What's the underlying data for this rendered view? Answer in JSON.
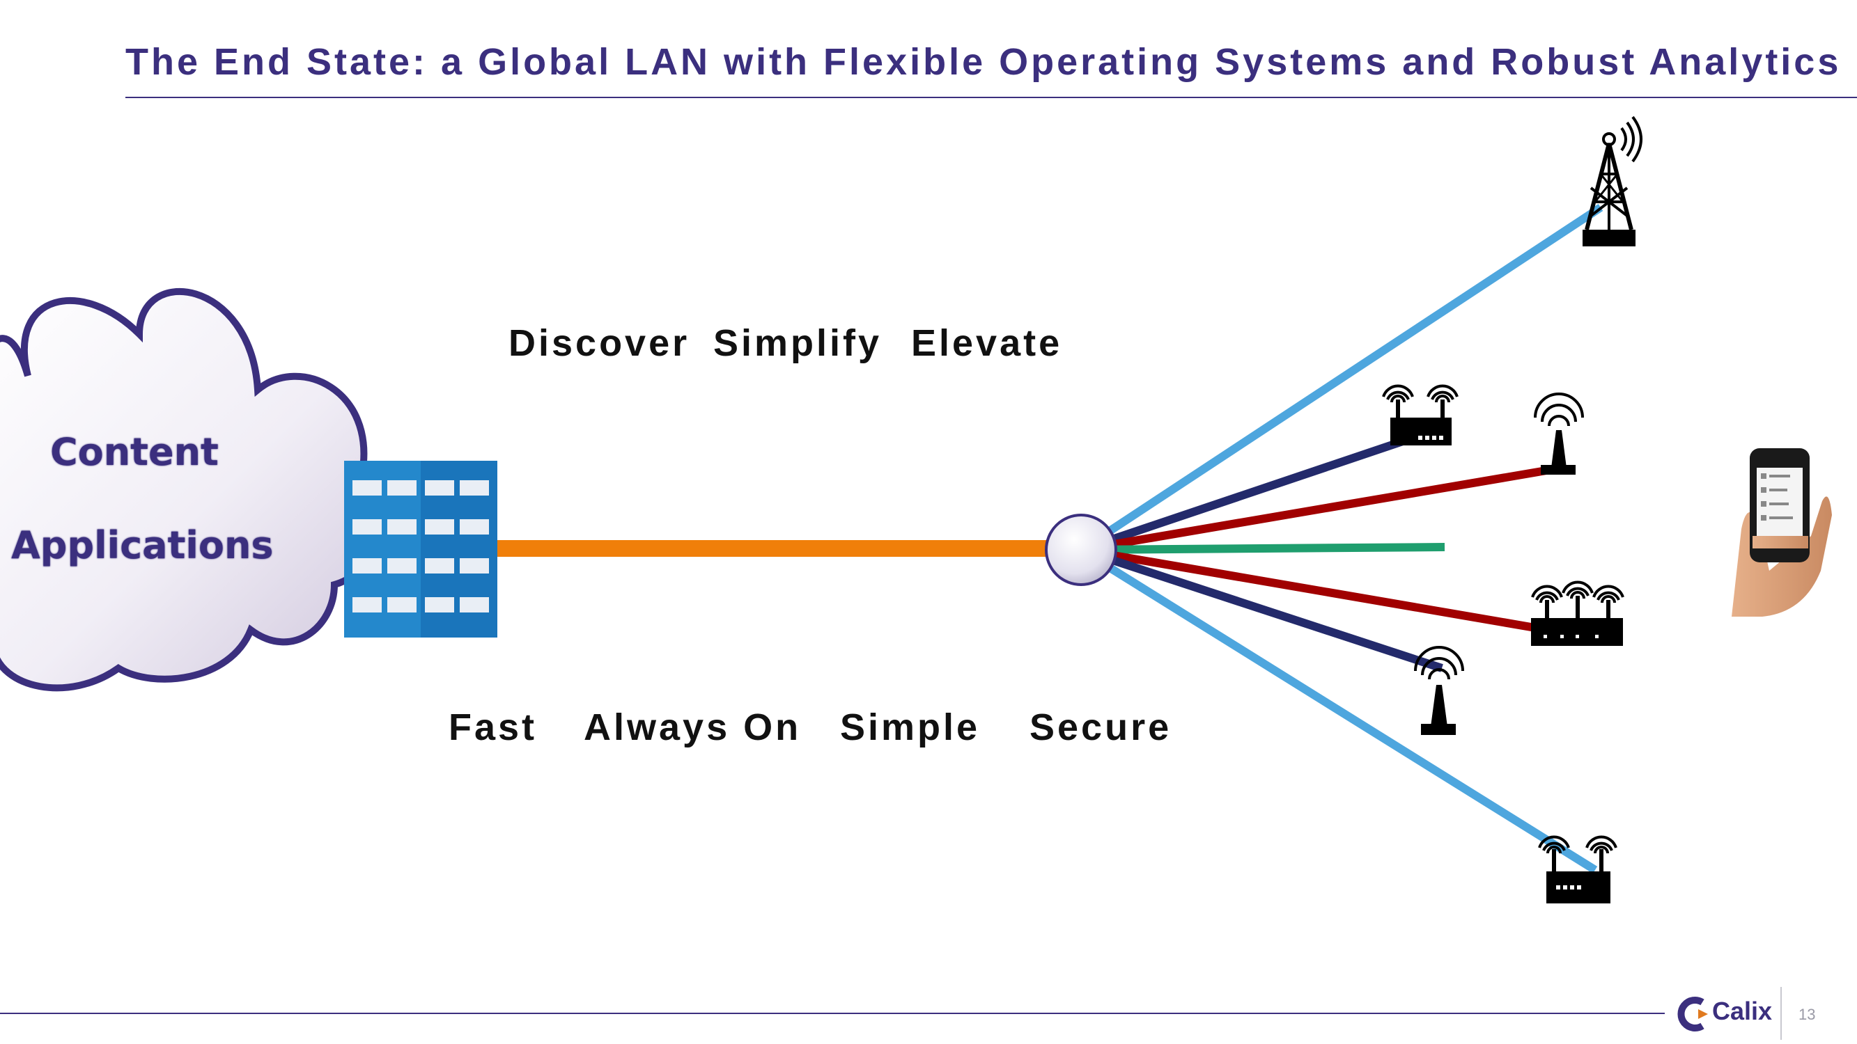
{
  "slide": {
    "title": "The End State: a Global LAN with Flexible Operating Systems and Robust Analytics",
    "page_number": "13",
    "brand": "Calix"
  },
  "cloud": {
    "line1": "Content",
    "line2": "Applications"
  },
  "top_words": [
    "Discover",
    "Simplify",
    "Elevate"
  ],
  "bottom_words": [
    "Fast",
    "Always On",
    "Simple",
    "Secure"
  ],
  "colors": {
    "title": "#3b2f7e",
    "trunk": "#f07f0a",
    "light_blue": "#4ea6de",
    "navy": "#232a6b",
    "dark_red": "#a10000",
    "green": "#1f9e6e",
    "building": "#1a75bb"
  },
  "links": [
    {
      "target": "cell-tower-icon",
      "color": "light_blue"
    },
    {
      "target": "wifi-router-icon",
      "color": "navy"
    },
    {
      "target": "wifi-antenna-icon",
      "color": "dark_red"
    },
    {
      "target": "smartphone-icon",
      "color": "green"
    },
    {
      "target": "multi-antenna-router-icon",
      "color": "dark_red"
    },
    {
      "target": "wifi-antenna-icon",
      "color": "navy"
    },
    {
      "target": "wifi-router-icon",
      "color": "light_blue"
    }
  ]
}
